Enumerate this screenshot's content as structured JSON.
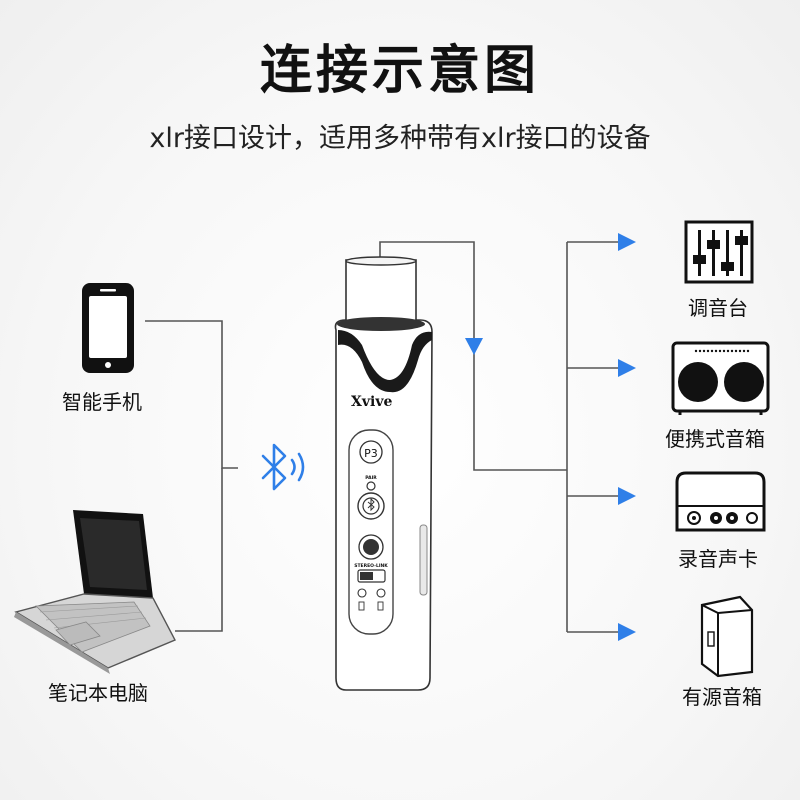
{
  "header": {
    "title": "连接示意图",
    "subtitle": "xlr接口设计，适用多种带有xlr接口的设备"
  },
  "sources": [
    {
      "label": "智能手机",
      "icon": "smartphone-icon"
    },
    {
      "label": "笔记本电脑",
      "icon": "laptop-icon"
    }
  ],
  "transmitter": {
    "brand": "Xvive",
    "model": "P3",
    "pair_label": "PAIR",
    "stereo_link_label": "STEREO-LINK"
  },
  "outputs": [
    {
      "label": "调音台",
      "icon": "mixer-icon"
    },
    {
      "label": "便携式音箱",
      "icon": "portable-speaker-icon"
    },
    {
      "label": "录音声卡",
      "icon": "audio-interface-icon"
    },
    {
      "label": "有源音箱",
      "icon": "active-speaker-icon"
    }
  ],
  "colors": {
    "arrow": "#2f7fe8",
    "bluetooth": "#2f7fe8",
    "line": "#555555",
    "device": "#111111"
  }
}
